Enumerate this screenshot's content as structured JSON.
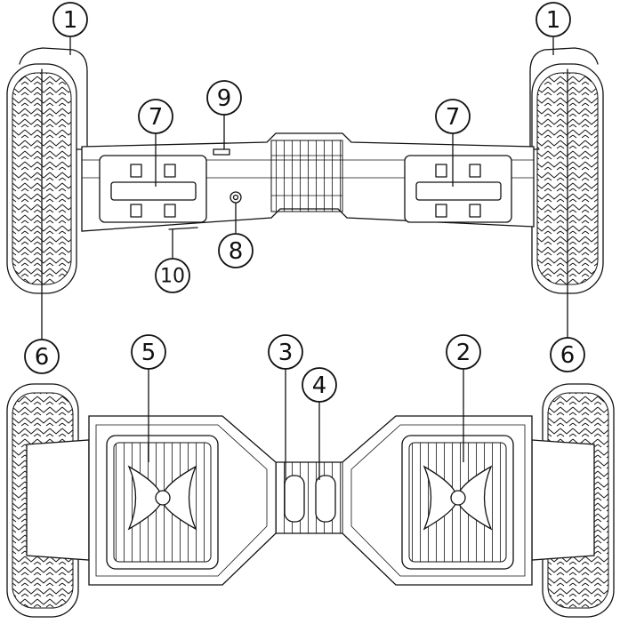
{
  "callouts": [
    {
      "id": "c1-left",
      "label": "1"
    },
    {
      "id": "c1-right",
      "label": "1"
    },
    {
      "id": "c9",
      "label": "9"
    },
    {
      "id": "c7-left",
      "label": "7"
    },
    {
      "id": "c7-right",
      "label": "7"
    },
    {
      "id": "c8",
      "label": "8"
    },
    {
      "id": "c10",
      "label": "10"
    },
    {
      "id": "c6-left",
      "label": "6"
    },
    {
      "id": "c6-right",
      "label": "6"
    },
    {
      "id": "c5",
      "label": "5"
    },
    {
      "id": "c3",
      "label": "3"
    },
    {
      "id": "c4",
      "label": "4"
    },
    {
      "id": "c2",
      "label": "2"
    }
  ],
  "colors": {
    "ink": "#111111",
    "background": "#ffffff"
  }
}
